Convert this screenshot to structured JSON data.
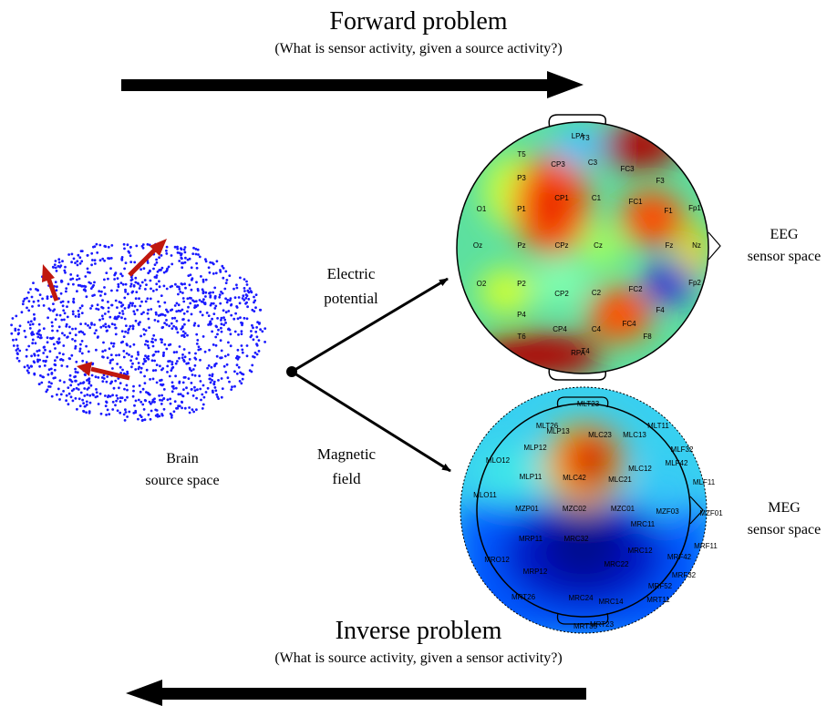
{
  "forward": {
    "title": "Forward problem",
    "subtitle": "(What is sensor activity, given a source activity?)"
  },
  "inverse": {
    "title": "Inverse problem",
    "subtitle": "(What is source activity, given a sensor activity?)"
  },
  "brain": {
    "label_line1": "Brain",
    "label_line2": "source space"
  },
  "branches": {
    "electric_line1": "Electric",
    "electric_line2": "potential",
    "magnetic_line1": "Magnetic",
    "magnetic_line2": "field"
  },
  "eeg": {
    "label_line1": "EEG",
    "label_line2": "sensor space"
  },
  "meg": {
    "label_line1": "MEG",
    "label_line2": "sensor space"
  },
  "colors": {
    "arrow": "#000000",
    "dipole": "#c0180e",
    "brain_dots": "#1a1aff",
    "colormap": [
      "#00008f",
      "#0060ff",
      "#00e5ff",
      "#7fff7f",
      "#ffff00",
      "#ff6a00",
      "#b00000"
    ]
  },
  "eeg_sensors": [
    "Fp1",
    "Fp2",
    "F3",
    "F4",
    "F8",
    "F1",
    "Fz",
    "FC1",
    "FC2",
    "FC3",
    "FC4",
    "C1",
    "C2",
    "C3",
    "C4",
    "Cz",
    "CP1",
    "CP2",
    "CP3",
    "CP4",
    "CPz",
    "P1",
    "P2",
    "P3",
    "P4",
    "Pz",
    "O1",
    "O2",
    "Oz",
    "T5",
    "T6",
    "Nz",
    "LPA",
    "RPA",
    "T3",
    "T4"
  ],
  "meg_sensors": [
    "MLT23",
    "MLT26",
    "MLP13",
    "MLC23",
    "MLC13",
    "MLT11",
    "MLP12",
    "MLF32",
    "MLO12",
    "MLF42",
    "MLP11",
    "MLC42",
    "MLC21",
    "MLC12",
    "MLF11",
    "MLO11",
    "MZP01",
    "MZC02",
    "MZC01",
    "MZF03",
    "MZF01",
    "MRC11",
    "MRP11",
    "MRC32",
    "MRF11",
    "MRO12",
    "MRC12",
    "MRF42",
    "MRP12",
    "MRC22",
    "MRF32",
    "MRF52",
    "MRT11",
    "MRT26",
    "MRC24",
    "MRC14",
    "MRT23",
    "MRT35"
  ]
}
